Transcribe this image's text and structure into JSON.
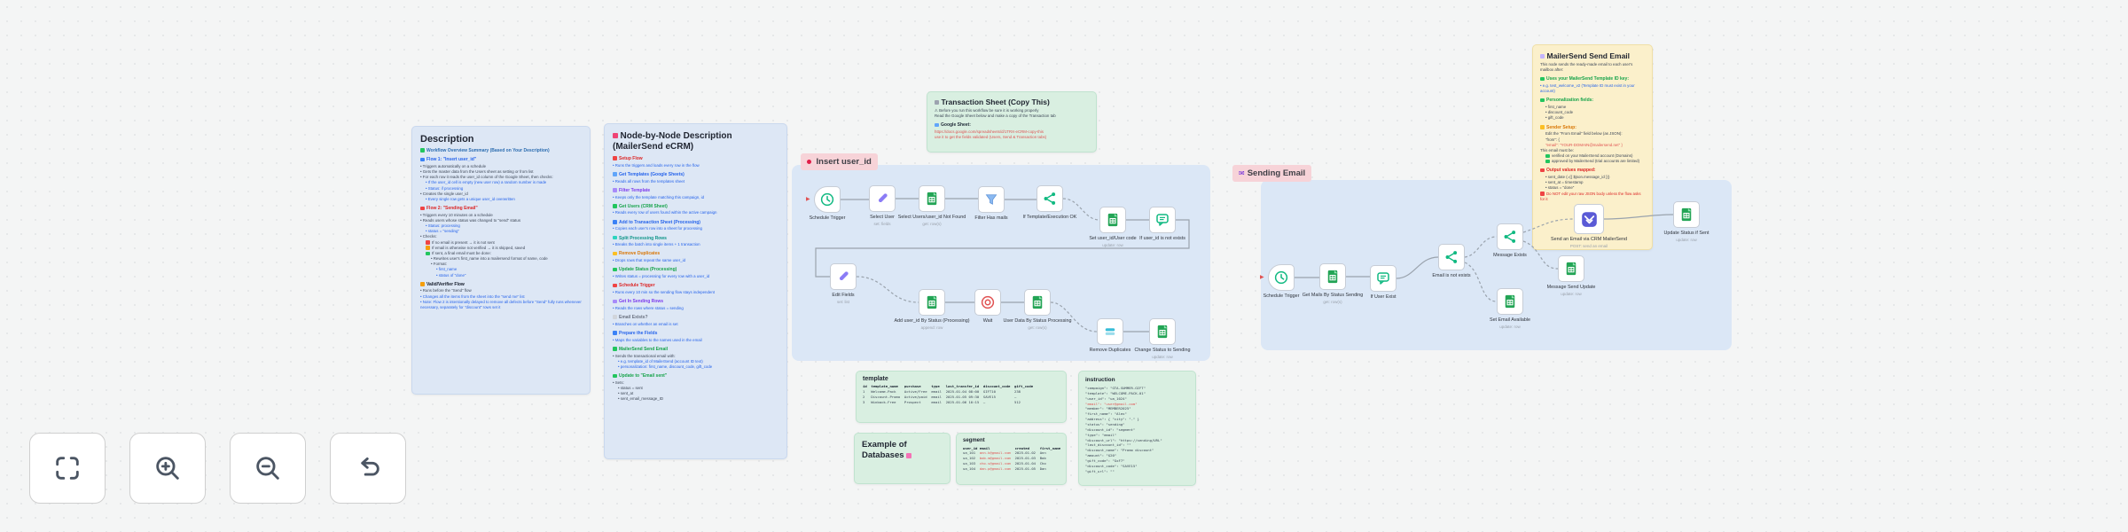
{
  "labels": {
    "insert_user_id": "Insert user_id",
    "sending_email": "Sending Email"
  },
  "notes": {
    "description": {
      "title": "Description",
      "sections": [
        {
          "h": "Workflow Overview Summary (Based on Your Description)",
          "hc": "#2b6cb0",
          "chip": "#22c55e",
          "lines": []
        },
        {
          "h": "Flow 1: \"Insert user_id\"",
          "hc": "#2563eb",
          "chip": "#3b82f6",
          "lines": [
            {
              "t": "• Triggers automatically on a schedule"
            },
            {
              "t": "• Gets the master data from the Users sheet as setting or from list"
            },
            {
              "t": "• For each row it reads the user_id column of the Google Sheet, then checks:"
            },
            {
              "t": "• If the user_id cell is empty (new user row) a random number is made",
              "i": 1,
              "c": "#2563eb"
            },
            {
              "t": "• Status: if processing",
              "i": 1,
              "c": "#2563eb"
            },
            {
              "t": "• Creates the single user_id"
            },
            {
              "t": "• Every single row gets a unique user_id overwritten",
              "i": 1,
              "c": "#2563eb"
            }
          ]
        },
        {
          "h": "Flow 2: \"Sending Email\"",
          "hc": "#dc2626",
          "chip": "#ef4444",
          "lines": [
            {
              "t": "• Triggers every 10 minutes on a schedule"
            },
            {
              "t": "• Reads users whose status was changed to \"send\" status"
            },
            {
              "t": "• Status: processing",
              "i": 1,
              "c": "#2563eb"
            },
            {
              "t": "• status = \"sending\"",
              "i": 1,
              "c": "#2563eb"
            },
            {
              "t": "• Checks:"
            },
            {
              "t": "If no email is present → it is not sent",
              "i": 1,
              "chip": "#ef4444"
            },
            {
              "t": "If email is otherwise not verified → it is skipped, saved",
              "i": 1,
              "chip": "#f59e0b"
            },
            {
              "t": "If sent, a final email must be done:",
              "i": 1,
              "chip": "#22c55e"
            },
            {
              "t": "• Rewrites user's first_name into a mailersend format of name, code",
              "i": 2
            },
            {
              "t": "• Format:",
              "i": 2
            },
            {
              "t": "• first_name",
              "i": 3,
              "c": "#2563eb"
            },
            {
              "t": "• status of \"done\"",
              "i": 3,
              "c": "#2563eb"
            }
          ]
        },
        {
          "h": "Valid/Verifier Flow",
          "hc": "#111827",
          "chip": "#f59e0b",
          "lines": [
            {
              "t": "• Runs before the \"Send\" flow"
            },
            {
              "t": "• Changes all the items from the sheet into the \"send me\" list",
              "c": "#2563eb"
            },
            {
              "t": "• Note: Flow 2 is intentionally delayed to remove all defects before \"Send\" fully runs whenever necessary, separately for \"discount\" rows set it",
              "c": "#2563eb"
            }
          ]
        }
      ]
    },
    "node_by_node": {
      "title": "Node-by-Node Description (MailerSend eCRM)",
      "sections": [
        {
          "h": "Setup Flow",
          "hc": "#dc2626",
          "chip": "#ef4444",
          "lines": [
            {
              "t": "• Runs the triggers and loads every row in the flow",
              "c": "#2563eb"
            }
          ]
        },
        {
          "h": "Get Templates (Google Sheets)",
          "hc": "#2563eb",
          "chip": "#60a5fa",
          "lines": [
            {
              "t": "• Reads all rows from the templates sheet",
              "c": "#2563eb"
            }
          ]
        },
        {
          "h": "Filter Template",
          "hc": "#7c3aed",
          "chip": "#a78bfa",
          "lines": [
            {
              "t": "• Keeps only the template matching this campaign, id",
              "c": "#2563eb"
            }
          ]
        },
        {
          "h": "Get Users (CRM Sheet)",
          "hc": "#16a34a",
          "chip": "#22c55e",
          "lines": [
            {
              "t": "• Reads every row of users found within the active campaign",
              "c": "#2563eb"
            }
          ]
        },
        {
          "h": "Add to Transaction Sheet (Processing)",
          "hc": "#2563eb",
          "chip": "#3b82f6",
          "lines": [
            {
              "t": "• Copies each user's row into a sheet for processing",
              "c": "#2563eb"
            }
          ]
        },
        {
          "h": "Split Processing Rows",
          "hc": "#0d9488",
          "chip": "#2dd4bf",
          "lines": [
            {
              "t": "• Breaks the batch into single items + 1 transaction",
              "c": "#2563eb"
            }
          ]
        },
        {
          "h": "Remove Duplicates",
          "hc": "#d97706",
          "chip": "#fbbf24",
          "lines": [
            {
              "t": "• Drops rows that repeat the same user_id",
              "c": "#2563eb"
            }
          ]
        },
        {
          "h": "Update Status (Processing)",
          "hc": "#16a34a",
          "chip": "#22c55e",
          "lines": [
            {
              "t": "• Writes status = processing for every row with a user_id",
              "c": "#2563eb"
            }
          ]
        },
        {
          "h": "Schedule Trigger",
          "hc": "#dc2626",
          "chip": "#ef4444",
          "lines": [
            {
              "t": "• Runs every 10 min so the sending flow stays independent",
              "c": "#2563eb"
            }
          ]
        },
        {
          "h": "Get In Sending Rows",
          "hc": "#7c3aed",
          "chip": "#a78bfa",
          "lines": [
            {
              "t": "• Reads the rows where status = sending",
              "c": "#2563eb"
            }
          ]
        },
        {
          "h": "Email Exists?",
          "hc": "#6b7280",
          "chip": "#d1d5db",
          "lines": [
            {
              "t": "• Branches on whether an email is set",
              "c": "#2563eb"
            }
          ]
        },
        {
          "h": "Prepare the Fields",
          "hc": "#2563eb",
          "chip": "#3b82f6",
          "lines": [
            {
              "t": "• Maps the variables to the names used in the email",
              "c": "#2563eb"
            }
          ]
        },
        {
          "h": "MailerSend Send Email",
          "hc": "#16a34a",
          "chip": "#22c55e",
          "lines": [
            {
              "t": "• Sends the transactional email with:"
            },
            {
              "t": "• e.g. template_id of MailerSend (account ID text)",
              "i": 1,
              "c": "#2563eb"
            },
            {
              "t": "• personalization: first_name, discount_code, gift_code",
              "i": 1,
              "c": "#2563eb"
            }
          ]
        },
        {
          "h": "Update to \"Email sent\"",
          "hc": "#16a34a",
          "chip": "#22c55e",
          "lines": [
            {
              "t": "• Sets:"
            },
            {
              "t": "• status = sent",
              "i": 1
            },
            {
              "t": "• sent_at",
              "i": 1
            },
            {
              "t": "• sent_email_message_ID",
              "i": 1
            }
          ]
        }
      ]
    },
    "transaction": {
      "title": "Transaction Sheet (Copy This)",
      "sections": [
        {
          "h": "",
          "lines": [
            {
              "t": "⚠ Before you run this workflow be sure it is working properly"
            },
            {
              "t": "Read the Google Sheet below and make a copy of the Transaction tab"
            }
          ]
        },
        {
          "h": "Google Sheet:",
          "hc": "#1f2937",
          "chip": "#60a5fa",
          "lines": [
            {
              "t": "https://docs.google.com/spreadsheets/d/1TRX-eCRM-copy-this",
              "c": "#e05252"
            },
            {
              "t": "use it to get the fields validated (Users, Send & Transaction tabs)",
              "c": "#e05252"
            }
          ]
        }
      ]
    },
    "mailersend": {
      "title": "MailerSend Send Email",
      "sections": [
        {
          "h": "",
          "lines": [
            {
              "t": "This node sends the ready-made email to each user's mailbox after:"
            }
          ]
        },
        {
          "h": "Uses your MailerSend Template ID key:",
          "hc": "#16a34a",
          "chip": "#22c55e",
          "lines": [
            {
              "t": "• e.g. test_welcome_v2 (Template ID must exist in your account)",
              "c": "#2563eb"
            }
          ]
        },
        {
          "h": "Personalization fields:",
          "hc": "#16a34a",
          "chip": "#22c55e",
          "lines": [
            {
              "t": "• first_name",
              "i": 1
            },
            {
              "t": "• discount_code",
              "i": 1
            },
            {
              "t": "• gift_code",
              "i": 1
            }
          ]
        },
        {
          "h": "Sender Setup:",
          "hc": "#d97706",
          "chip": "#fbbf24",
          "lines": [
            {
              "t": "Edit the \"From Email\" field below (as JSON):",
              "i": 1
            },
            {
              "t": "\"from\": {",
              "i": 1
            },
            {
              "t": "\"email\": \"YOUR-DOMAIN@mailersend.net\" }",
              "i": 1,
              "c": "#e05252"
            }
          ]
        },
        {
          "h": "",
          "lines": [
            {
              "t": "This email must be:"
            },
            {
              "t": "verified on your MailerSend account (Domains)",
              "i": 1,
              "chip": "#22c55e"
            },
            {
              "t": "approved by MailerSend (trial accounts are limited)",
              "i": 1,
              "chip": "#22c55e"
            }
          ]
        },
        {
          "h": "Output values mapped:",
          "hc": "#dc2626",
          "chip": "#ef4444",
          "lines": [
            {
              "t": "• sent_date (={{ $json.message_id }})",
              "i": 1
            },
            {
              "t": "• sent_at = timestamp",
              "i": 1
            },
            {
              "t": "• status = \"done\"",
              "i": 1
            }
          ]
        },
        {
          "h": "",
          "lines": [
            {
              "t": "Do NOT edit your raw JSON body unless the flow asks for it",
              "chip": "#ef4444",
              "c": "#dc2626"
            }
          ]
        }
      ]
    },
    "template": {
      "title": "template",
      "header": "id  template_name   purchase     type   last_transfer_id  discount_code  gift_code",
      "rows": [
        "1   Welcome-Pack    Active/Free  email  2025-01-04 08:00  GIFT10         238",
        "2   Discount-Promo  Active/paid  email  2025-01-05 09:30  SAVE15         —",
        "3   Winback-Free    Prospect     email  2025-01-06 10:15  —              512"
      ]
    },
    "instruction": {
      "title": "instruction",
      "lines": [
        {
          "t": "\"campaign\": \"GTA-SUMMER-GIFT\""
        },
        {
          "t": "\"template\": \"WELCOME-PACK-01\""
        },
        {
          "t": "\"user_id\": \"ua_1024\""
        },
        {
          "t": "\"email\": \"user@gmail.com\"",
          "c": "#e05252"
        },
        {
          "t": "\"member\": \"MEMBER2025\""
        },
        {
          "t": "\"first_name\": \"Alex\""
        },
        {
          "t": "\"address\": { \"city\": \"-\" }"
        },
        {
          "t": "\"status\": \"sending\""
        },
        {
          "t": "\"discount_id\": \"segment\""
        },
        {
          "t": "\"type\": \"email\""
        },
        {
          "t": "\"discount_url\": \"https://sending/URL\""
        },
        {
          "t": "\"last_discount_id\": \"\""
        },
        {
          "t": "\"discount_name\": \"Promo discount\""
        },
        {
          "t": "\"amount\": \"$20\""
        },
        {
          "t": "\"gift_code\": \"GxF7\""
        },
        {
          "t": "\"discount_code\": \"SAVE15\""
        },
        {
          "t": "\"gift_url\": \"\""
        }
      ]
    },
    "example_databases": {
      "title_line1": "Example of",
      "title_line2": "Databases"
    },
    "segment": {
      "title": "segment",
      "header": [
        "user_id",
        "email",
        "created",
        "first_name"
      ],
      "rows": [
        [
          "ua_101",
          "ann.k@gmail.com",
          "2025-01-02",
          "Ann"
        ],
        [
          "ua_102",
          "bob.m@gmail.com",
          "2025-01-03",
          "Bob"
        ],
        [
          "ua_103",
          "cho.s@gmail.com",
          "2025-01-04",
          "Cho"
        ],
        [
          "ua_104",
          "dan.p@gmail.com",
          "2025-01-05",
          "Dan"
        ]
      ]
    }
  },
  "flows": {
    "insert": {
      "nodes": [
        {
          "name": "schedule-trigger",
          "label": "Schedule Trigger",
          "sub": ""
        },
        {
          "name": "select-user",
          "label": "Select User",
          "sub": "set: fields"
        },
        {
          "name": "select-users-user-id",
          "label": "Select Users/user_id Not Found",
          "sub": "get: row(s)"
        },
        {
          "name": "filter-has-mails",
          "label": "Filter Has mails",
          "sub": ""
        },
        {
          "name": "if-template-execution-ok",
          "label": "If Template/Execution OK",
          "sub": ""
        },
        {
          "name": "set-user-id",
          "label": "Set user_id/User code",
          "sub": "update: row"
        },
        {
          "name": "if-user-id-not-exists",
          "label": "If user_id is not exists",
          "sub": ""
        },
        {
          "name": "edit-fields",
          "label": "Edit Fields",
          "sub": "set: list"
        },
        {
          "name": "add-user-id-by-status",
          "label": "Add user_id By Status (Processing)",
          "sub": "append: row"
        },
        {
          "name": "wait",
          "label": "Wait",
          "sub": ""
        },
        {
          "name": "user-data-by-status",
          "label": "User Data By Status Processing",
          "sub": "get: row(s)"
        },
        {
          "name": "remove-duplicates",
          "label": "Remove Duplicates",
          "sub": ""
        },
        {
          "name": "change-status-to-sending",
          "label": "Change Status to Sending",
          "sub": "update: row"
        }
      ]
    },
    "sending": {
      "nodes": [
        {
          "name": "schedule-trigger-2",
          "label": "Schedule Trigger",
          "sub": ""
        },
        {
          "name": "get-mails-by-status-sending",
          "label": "Get Mails By Status Sending",
          "sub": "get: row(s)"
        },
        {
          "name": "if-user-exist",
          "label": "If User Exist",
          "sub": ""
        },
        {
          "name": "email-is-not-exists",
          "label": "Email is not exists",
          "sub": ""
        },
        {
          "name": "message-exists",
          "label": "Message Exists",
          "sub": ""
        },
        {
          "name": "mailersend-send-email",
          "label": "Send an Email via CRM MailerSend",
          "sub": "POST: send an email"
        },
        {
          "name": "message-send-update",
          "label": "Message Send Update",
          "sub": "update: row"
        },
        {
          "name": "set-email-available",
          "label": "Set Email Available",
          "sub": "update: row"
        },
        {
          "name": "update-status-if-sent",
          "label": "Update Status if Sent",
          "sub": "update: row"
        }
      ]
    }
  }
}
